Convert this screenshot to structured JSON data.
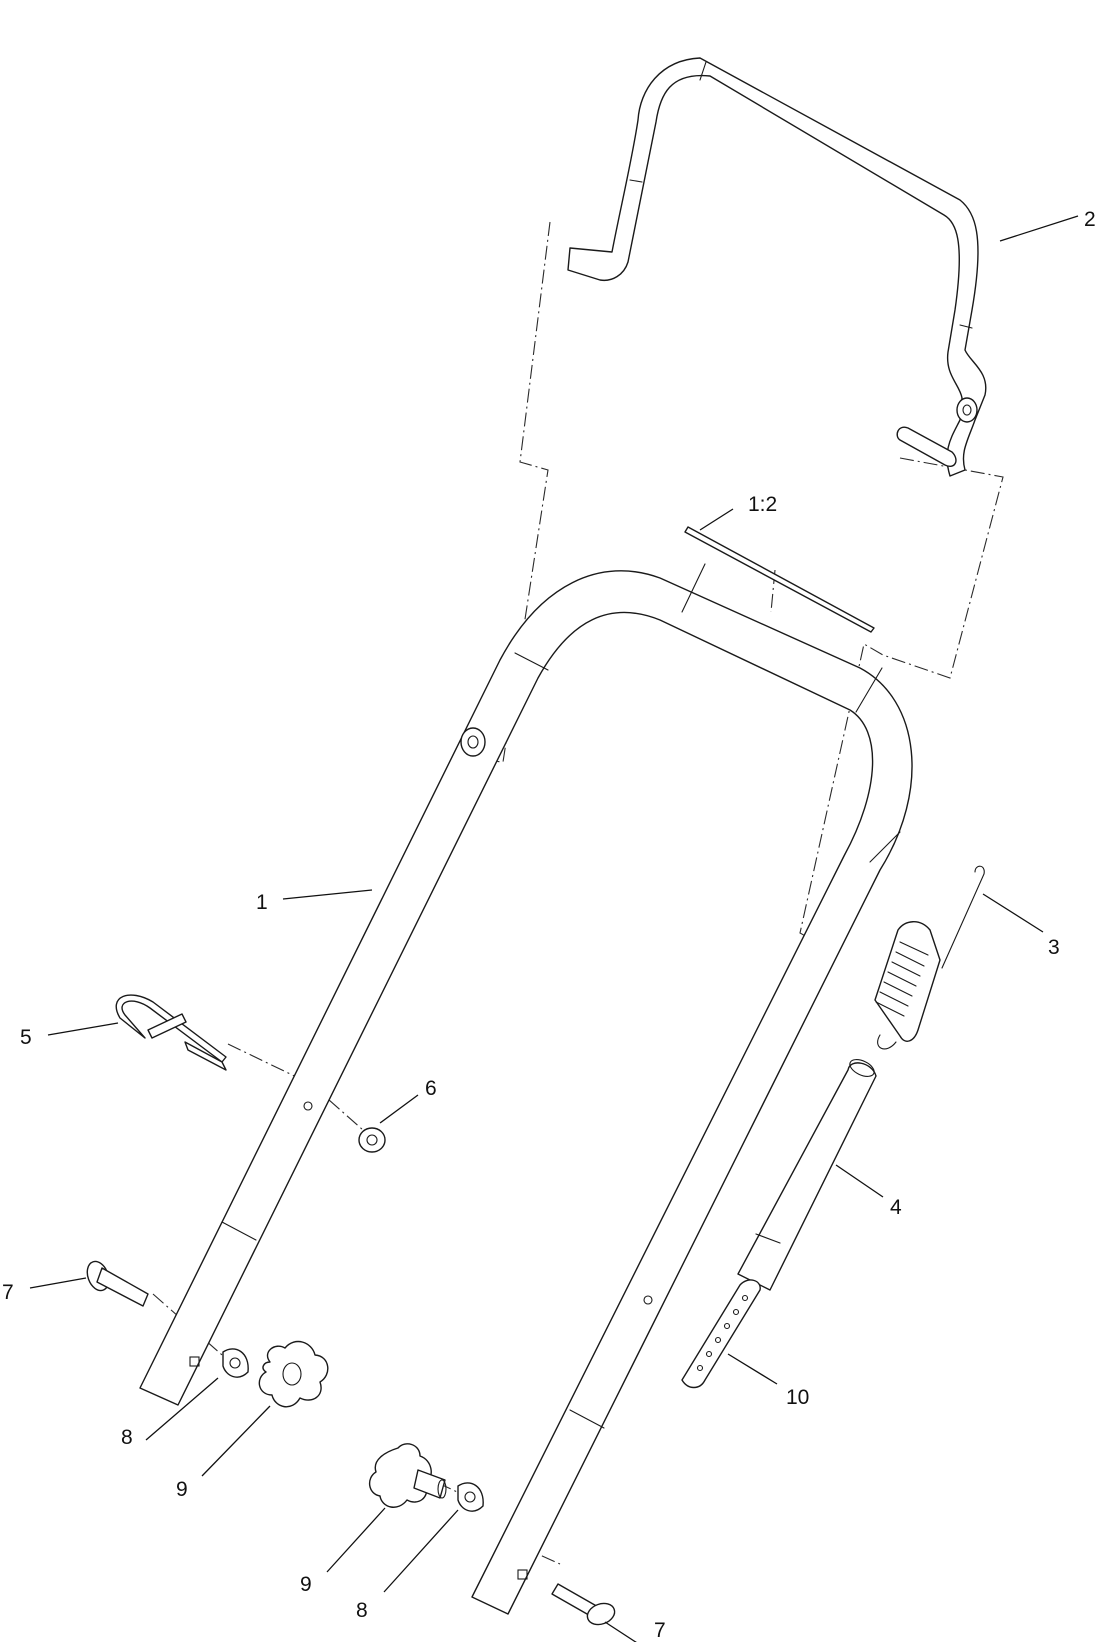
{
  "callouts": {
    "c1": "1",
    "c1_2": "1:2",
    "c2": "2",
    "c3": "3",
    "c4": "4",
    "c5": "5",
    "c6": "6",
    "c7a": "7",
    "c7b": "7",
    "c8a": "8",
    "c8b": "8",
    "c9a": "9",
    "c9b": "9",
    "c10": "10"
  }
}
